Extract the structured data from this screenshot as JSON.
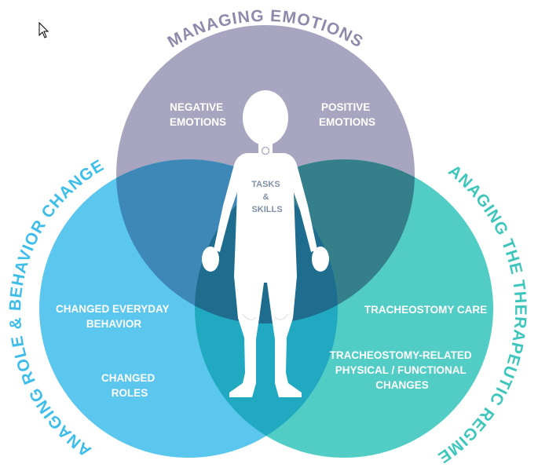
{
  "circles": {
    "top": {
      "title": "MANAGING EMOTIONS",
      "color": "#a8a5c0",
      "title_color": "#8e8aab",
      "items": [
        [
          "NEGATIVE",
          "EMOTIONS"
        ],
        [
          "POSITIVE",
          "EMOTIONS"
        ]
      ]
    },
    "left": {
      "title": "MANAGING ROLE & BEHAVIOR CHANGES",
      "color": "#5bc6ee",
      "title_color": "#3dbde9",
      "items": [
        [
          "CHANGED EVERYDAY",
          "BEHAVIOR"
        ],
        [
          "CHANGED",
          "ROLES"
        ]
      ]
    },
    "right": {
      "title": "MANAGING THE THERAPEUTIC REGIMEN",
      "color": "#52cdc5",
      "title_color": "#3ec6bc",
      "items": [
        [
          "TRACHEOSTOMY CARE"
        ],
        [
          "TRACHEOSTOMY-RELATED",
          "PHYSICAL / FUNCTIONAL",
          "CHANGES"
        ]
      ]
    }
  },
  "overlap_colors": {
    "top_left": "#3e88b8",
    "top_right": "#357f8b",
    "left_right": "#21a9c2",
    "all": "#1e6d8e"
  },
  "center": {
    "lines": [
      "TASKS",
      "&",
      "SKILLS"
    ]
  },
  "icons": [
    "child-figure-icon",
    "mouse-cursor-icon",
    "tracheostomy-stoma-icon"
  ]
}
